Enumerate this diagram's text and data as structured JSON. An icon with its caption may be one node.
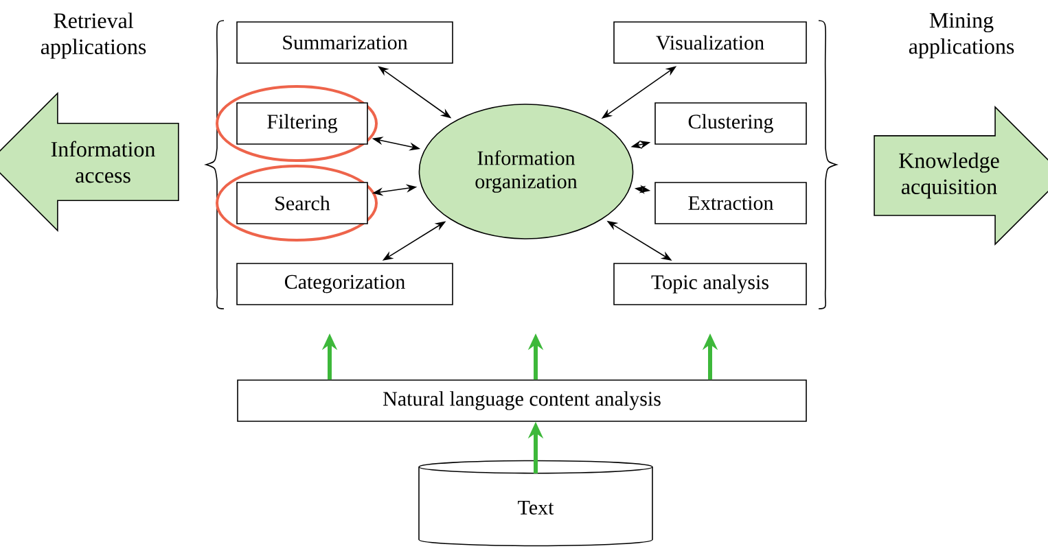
{
  "diagram": {
    "nodes": [
      {
        "text": [
          "Information access"
        ]
      },
      {
        "text": [
          "Summarization"
        ]
      },
      {
        "text": [
          "Filtering"
        ]
      },
      {
        "text": [
          "Search"
        ]
      },
      {
        "text": [
          "Categorization"
        ]
      },
      {
        "text": [
          "Information organization"
        ]
      },
      {
        "text": [
          "Visualization"
        ]
      },
      {
        "text": [
          "Clustering"
        ]
      },
      {
        "text": [
          "Extraction"
        ]
      },
      {
        "text": [
          "Topic analysis"
        ]
      },
      {
        "text": [
          "Knowledge acquisition"
        ]
      },
      {
        "text": [
          "Natural language content analysis"
        ]
      },
      {
        "text": [
          "Text"
        ]
      }
    ],
    "edges": [
      {
        "from": 5,
        "to": 1,
        "arrow": "both"
      },
      {
        "from": 5,
        "to": 2,
        "arrow": "both"
      },
      {
        "from": 5,
        "to": 3,
        "arrow": "both"
      },
      {
        "from": 5,
        "to": 4,
        "arrow": "both"
      },
      {
        "from": 5,
        "to": 6,
        "arrow": "both"
      },
      {
        "from": 5,
        "to": 7,
        "arrow": "both"
      },
      {
        "from": 5,
        "to": 8,
        "arrow": "both"
      },
      {
        "from": 5,
        "to": 9,
        "arrow": "both"
      },
      {
        "from": 11,
        "to": null,
        "arrow": "to",
        "style": "thick",
        "color": "#3db83a"
      },
      {
        "from": 11,
        "to": null,
        "arrow": "to",
        "style": "thick",
        "color": "#3db83a"
      },
      {
        "from": 11,
        "to": null,
        "arrow": "to",
        "style": "thick",
        "color": "#3db83a"
      },
      {
        "from": 12,
        "to": 11,
        "arrow": "to",
        "style": "thick",
        "color": "#3db83a"
      }
    ],
    "labels": [
      "Retrieval applications",
      "Mining applications"
    ]
  }
}
